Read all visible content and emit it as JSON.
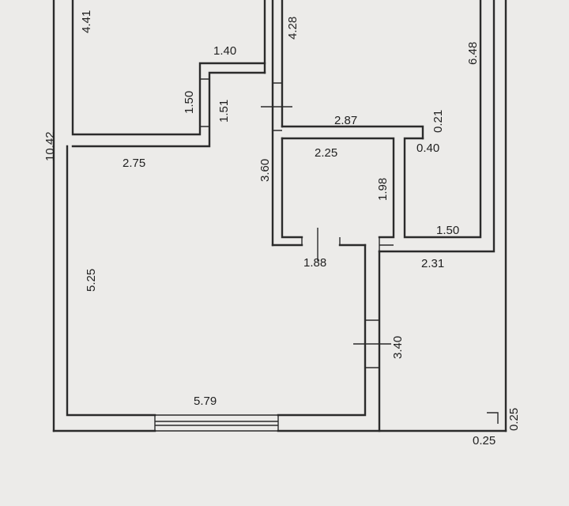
{
  "dimensions": {
    "d_4_41": "4.41",
    "d_4_28": "4.28",
    "d_6_48": "6.48",
    "d_1_40": "1.40",
    "d_1_50a": "1.50",
    "d_1_51": "1.51",
    "d_10_42": "10.42",
    "d_2_87": "2.87",
    "d_0_21": "0.21",
    "d_2_75": "2.75",
    "d_3_60": "3.60",
    "d_2_25": "2.25",
    "d_0_40": "0.40",
    "d_1_98": "1.98",
    "d_1_50b": "1.50",
    "d_1_88": "1.88",
    "d_2_31": "2.31",
    "d_5_25": "5.25",
    "d_3_40": "3.40",
    "d_5_79": "5.79",
    "d_0_25a": "0.25",
    "d_0_25b": "0.25"
  }
}
